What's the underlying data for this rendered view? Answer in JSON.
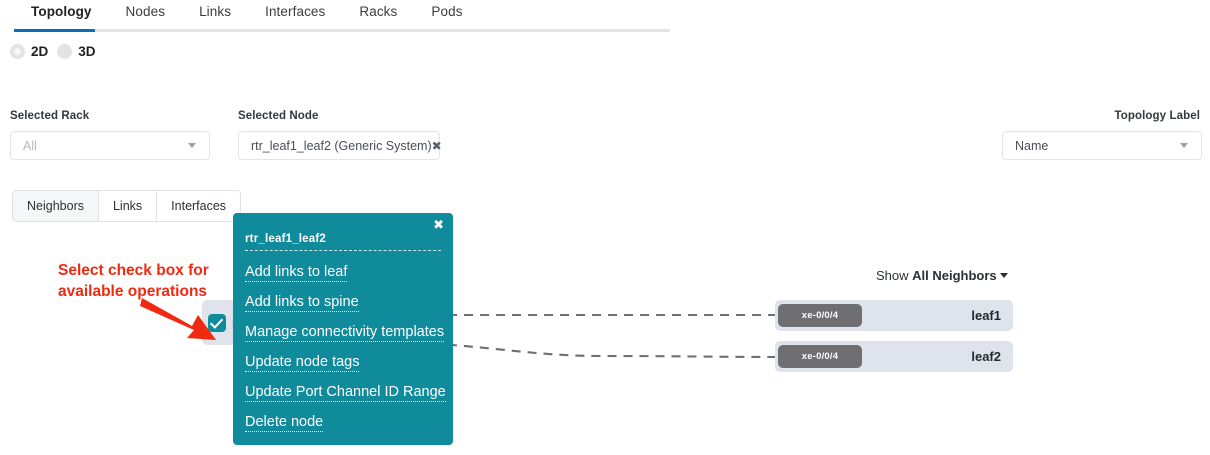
{
  "main_tabs": [
    {
      "label": "Topology",
      "active": true
    },
    {
      "label": "Nodes",
      "active": false
    },
    {
      "label": "Links",
      "active": false
    },
    {
      "label": "Interfaces",
      "active": false
    },
    {
      "label": "Racks",
      "active": false
    },
    {
      "label": "Pods",
      "active": false
    }
  ],
  "view_mode": {
    "options": [
      {
        "label": "2D",
        "selected": true
      },
      {
        "label": "3D",
        "selected": false
      }
    ]
  },
  "filters": {
    "selected_rack": {
      "label": "Selected Rack",
      "value": "",
      "placeholder": "All"
    },
    "selected_node": {
      "label": "Selected Node",
      "value": "rtr_leaf1_leaf2 (Generic System)",
      "clear_icon": "✖"
    },
    "topology_label": {
      "label": "Topology Label",
      "value": "Name"
    }
  },
  "sub_tabs": [
    {
      "label": "Neighbors",
      "active": true
    },
    {
      "label": "Links",
      "active": false
    },
    {
      "label": "Interfaces",
      "active": false
    }
  ],
  "neighbors_filter": {
    "prefix": "Show ",
    "value": "All Neighbors"
  },
  "annotation": {
    "text": "Select check box for available operations",
    "color": "#f02911"
  },
  "topology": {
    "source_node": {
      "name": "rtr_leaf1_leaf2",
      "checked": true
    },
    "neighbors": [
      {
        "interface": "xe-0/0/4",
        "name": "leaf1"
      },
      {
        "interface": "xe-0/0/4",
        "name": "leaf2"
      }
    ]
  },
  "context_menu": {
    "title": "rtr_leaf1_leaf2",
    "close_icon": "✖",
    "items": [
      {
        "label": "Add links to leaf"
      },
      {
        "label": "Add links to spine"
      },
      {
        "label": "Manage connectivity templates"
      },
      {
        "label": "Update node tags"
      },
      {
        "label": "Update Port Channel ID Range"
      },
      {
        "label": "Delete node"
      }
    ]
  },
  "colors": {
    "accent_teal": "#108b9c",
    "active_tab_blue": "#0a6ebd",
    "node_card": "#dfe3ec",
    "badge_grey": "#6e6e73",
    "annotation_red": "#f02911"
  }
}
